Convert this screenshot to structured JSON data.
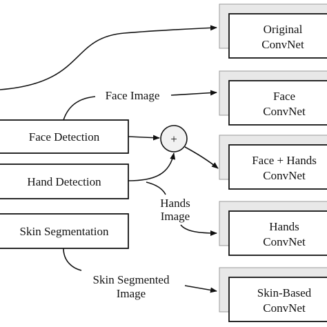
{
  "inputs": {
    "face_detection": "Face Detection",
    "hand_detection": "Hand Detection",
    "skin_segmentation": "Skin Segmentation"
  },
  "combiner_symbol": "+",
  "edge_labels": {
    "face_image": "Face Image",
    "hands_image": [
      "Hands",
      "Image"
    ],
    "skin_segmented_image": [
      "Skin Segmented",
      "Image"
    ]
  },
  "outputs": {
    "original": [
      "Original",
      "ConvNet"
    ],
    "face": [
      "Face",
      "ConvNet"
    ],
    "face_hands": [
      "Face + Hands",
      "ConvNet"
    ],
    "hands": [
      "Hands",
      "ConvNet"
    ],
    "skin_based": [
      "Skin-Based",
      "ConvNet"
    ]
  }
}
